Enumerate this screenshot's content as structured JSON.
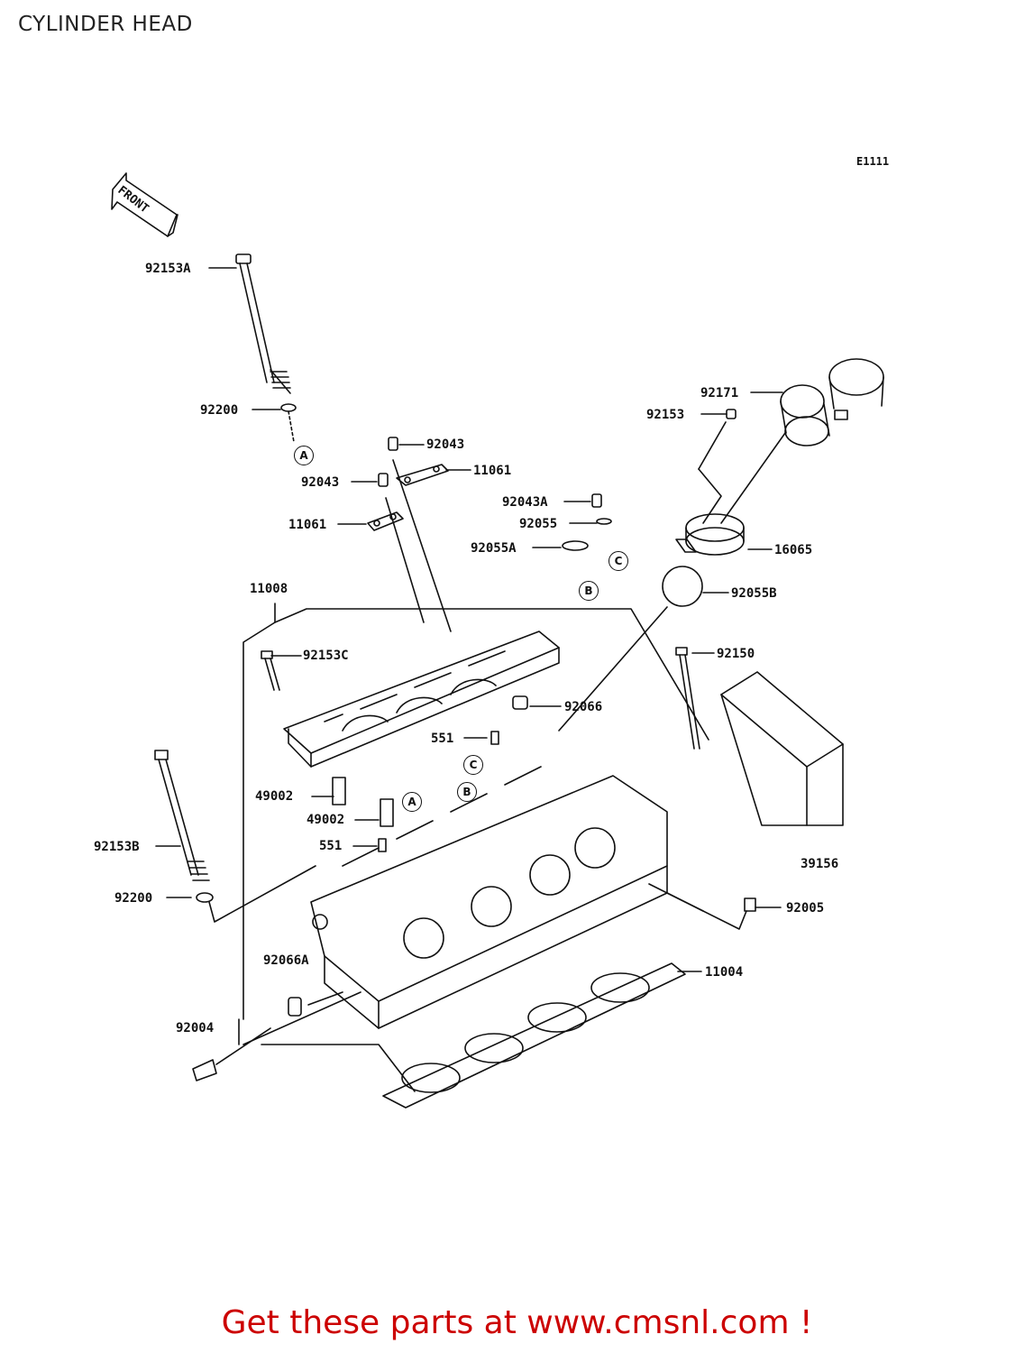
{
  "title": "CYLINDER HEAD",
  "diagram_code": "E1111",
  "front_label": "FRONT",
  "parts": [
    {
      "id": "92153A"
    },
    {
      "id": "92200"
    },
    {
      "id": "92043"
    },
    {
      "id": "11061"
    },
    {
      "id": "92043"
    },
    {
      "id": "11061"
    },
    {
      "id": "92043A"
    },
    {
      "id": "92055"
    },
    {
      "id": "92055A"
    },
    {
      "id": "92171"
    },
    {
      "id": "92153"
    },
    {
      "id": "16065"
    },
    {
      "id": "92055B"
    },
    {
      "id": "11008"
    },
    {
      "id": "92153C"
    },
    {
      "id": "92150"
    },
    {
      "id": "92066"
    },
    {
      "id": "551"
    },
    {
      "id": "49002"
    },
    {
      "id": "49002"
    },
    {
      "id": "551"
    },
    {
      "id": "92153B"
    },
    {
      "id": "92200"
    },
    {
      "id": "39156"
    },
    {
      "id": "92005"
    },
    {
      "id": "92066A"
    },
    {
      "id": "11004"
    },
    {
      "id": "92004"
    }
  ],
  "refs": [
    "A",
    "C",
    "B",
    "C",
    "B",
    "A"
  ],
  "cta": "Get these parts at www.cmsnl.com !"
}
